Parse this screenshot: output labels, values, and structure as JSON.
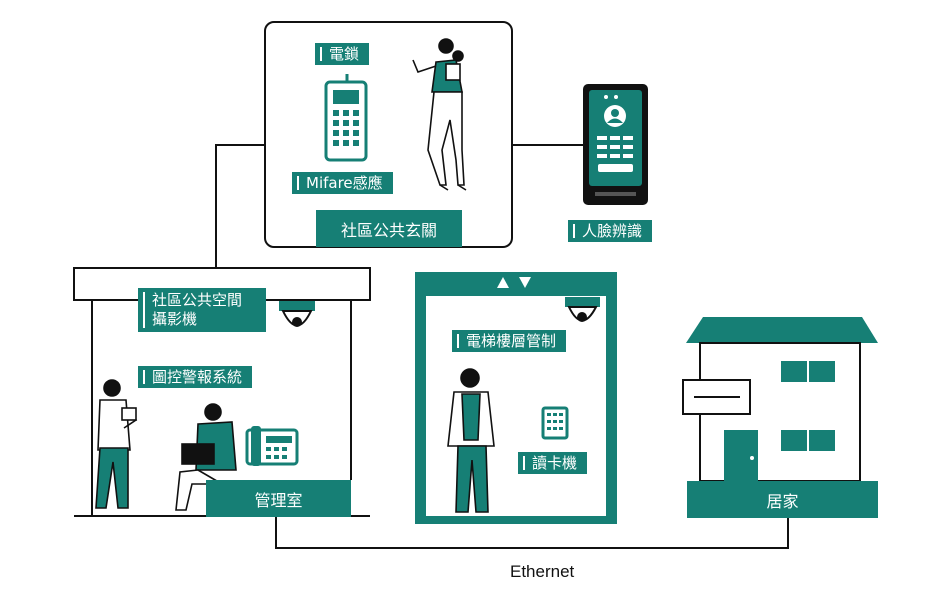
{
  "labels": {
    "electric_lock": "電鎖",
    "mifare": "Mifare感應",
    "entrance": "社區公共玄關",
    "face_recognition": "人臉辨識",
    "camera_line1": "社區公共空間",
    "camera_line2": "攝影機",
    "alarm_system": "圖控警報系統",
    "control_room": "管理室",
    "elevator_control": "電梯樓層管制",
    "card_reader": "讀卡機",
    "home": "居家",
    "network": "Ethernet"
  },
  "colors": {
    "accent": "#167f75",
    "line": "#111111",
    "background": "#ffffff"
  },
  "icons": [
    "keypad-lock-icon",
    "face-recognition-terminal-icon",
    "dome-camera-icon",
    "desk-phone-icon",
    "card-reader-icon",
    "house-icon",
    "elevator-arrows-icon"
  ]
}
